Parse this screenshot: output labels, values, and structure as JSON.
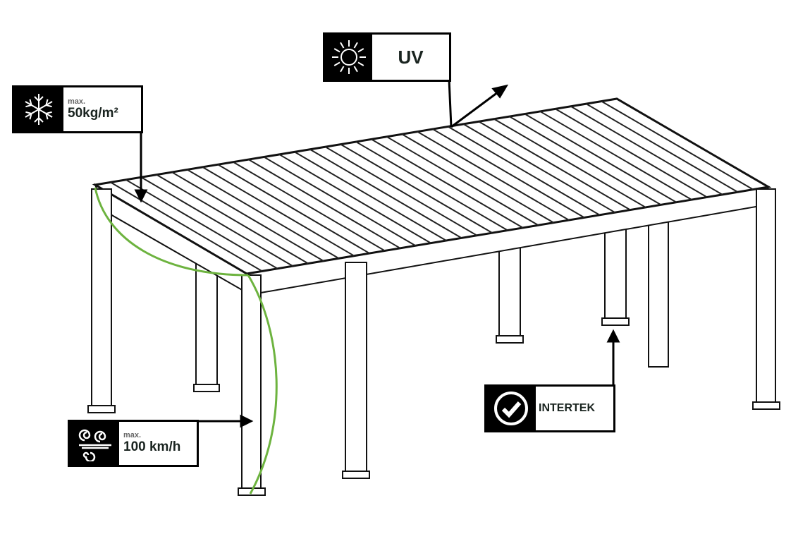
{
  "labels": {
    "snow": {
      "prefix": "max.",
      "value": "50kg/m²",
      "icon": "snowflake-icon"
    },
    "uv": {
      "value": "UV",
      "icon": "sun-icon"
    },
    "wind": {
      "prefix": "max.",
      "value": "100 km/h",
      "icon": "wind-icon"
    },
    "certification": {
      "value": "INTERTEK",
      "icon": "checkmark-icon"
    }
  },
  "colors": {
    "line": "#000000",
    "accent": "#6db33f",
    "label_bg": "#000000"
  }
}
